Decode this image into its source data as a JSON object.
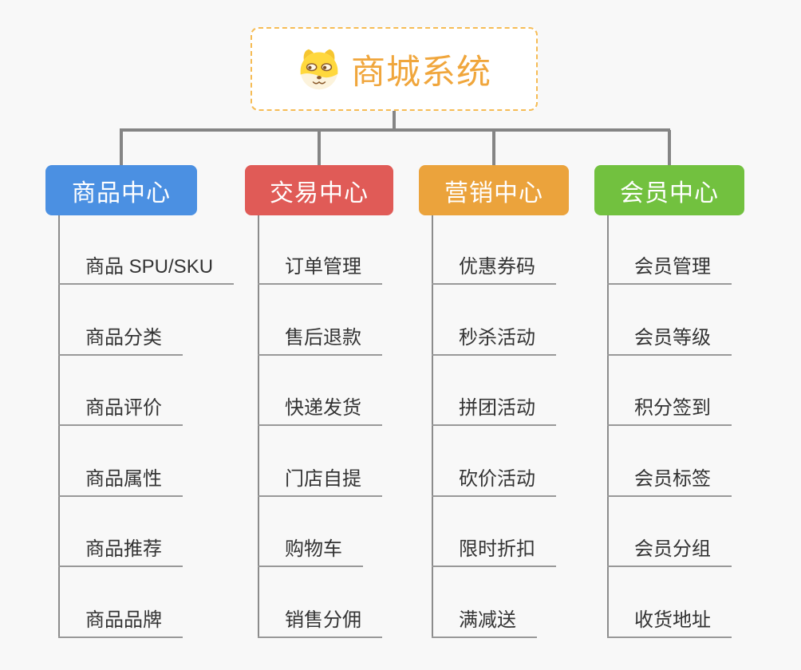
{
  "root": {
    "title": "商城系统",
    "icon": "doge-icon",
    "title_color": "#F0A63C",
    "border_color": "#F6BC55"
  },
  "connector_color": "#858585",
  "underline_color": "#999999",
  "columns": [
    {
      "label": "商品中心",
      "color": "#4B90E2",
      "items": [
        "商品 SPU/SKU",
        "商品分类",
        "商品评价",
        "商品属性",
        "商品推荐",
        "商品品牌"
      ]
    },
    {
      "label": "交易中心",
      "color": "#E05B57",
      "items": [
        "订单管理",
        "售后退款",
        "快递发货",
        "门店自提",
        "购物车",
        "销售分佣"
      ]
    },
    {
      "label": "营销中心",
      "color": "#EBA33C",
      "items": [
        "优惠券码",
        "秒杀活动",
        "拼团活动",
        "砍价活动",
        "限时折扣",
        "满减送"
      ]
    },
    {
      "label": "会员中心",
      "color": "#72C13F",
      "items": [
        "会员管理",
        "会员等级",
        "积分签到",
        "会员标签",
        "会员分组",
        "收货地址"
      ]
    }
  ]
}
